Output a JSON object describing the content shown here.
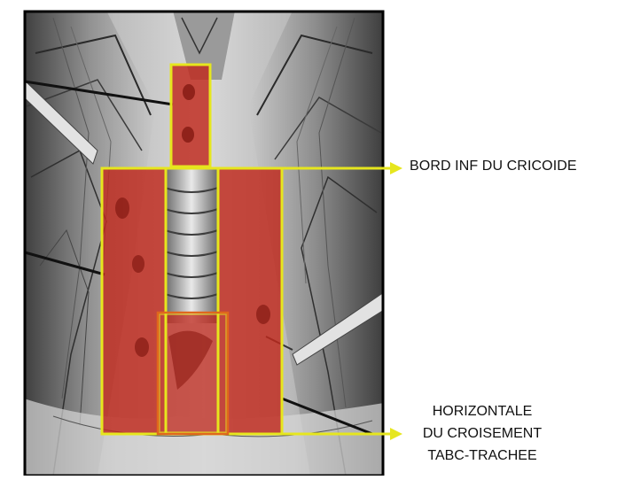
{
  "annotations": {
    "cricoid_label": "BORD INF DU CRICOIDE",
    "crossing_label_lines": [
      "HORIZONTALE",
      "DU CROISEMENT",
      "TABC-TRACHEE"
    ]
  },
  "colors": {
    "highlight_fill": "#c0281c",
    "highlight_stroke": "#e6e61e",
    "arrow": "#e6e61e",
    "frame": "#000000",
    "lower_box_stroke": "#e0671c"
  }
}
